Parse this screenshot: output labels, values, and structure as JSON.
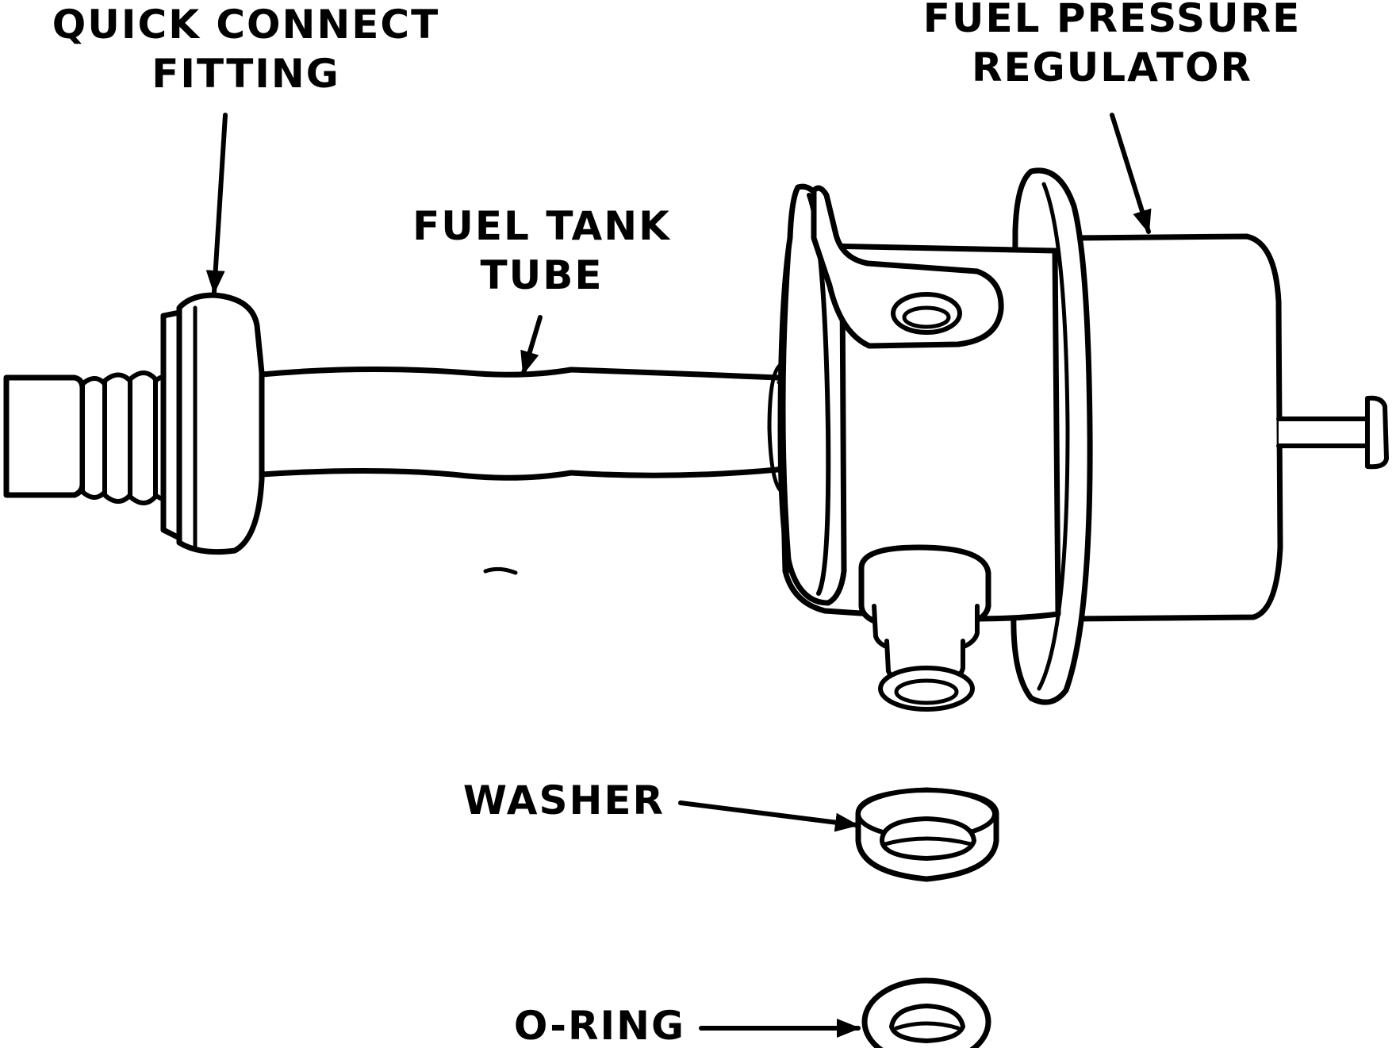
{
  "diagram": {
    "labels": {
      "quick_connect_line1": "QUICK CONNECT",
      "quick_connect_line2": "FITTING",
      "fuel_pressure_line1": "FUEL PRESSURE",
      "fuel_pressure_line2": "REGULATOR",
      "fuel_tank_line1": "FUEL TANK",
      "fuel_tank_line2": "TUBE",
      "washer": "WASHER",
      "o_ring": "O-RING"
    },
    "colors": {
      "ink": "#000000",
      "background": "#ffffff"
    }
  }
}
